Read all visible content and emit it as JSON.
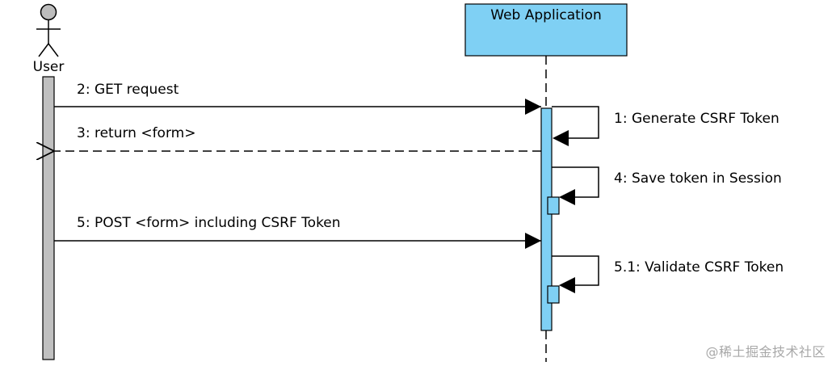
{
  "actors": {
    "user": {
      "label": "User"
    },
    "web_application": {
      "label": "Web Application",
      "fill": "#7fd0f4"
    }
  },
  "colors": {
    "user_activation": "#c0c0c0",
    "app_activation": "#7fd0f4",
    "line": "#000000"
  },
  "messages": [
    {
      "id": "get",
      "label": "2: GET request"
    },
    {
      "id": "generate",
      "label": "1: Generate CSRF Token"
    },
    {
      "id": "return",
      "label": "3: return <form>"
    },
    {
      "id": "save",
      "label": "4: Save token in Session"
    },
    {
      "id": "post",
      "label": "5: POST <form> including CSRF Token"
    },
    {
      "id": "validate",
      "label": "5.1: Validate CSRF Token"
    }
  ],
  "watermark": "@稀土掘金技术社区"
}
